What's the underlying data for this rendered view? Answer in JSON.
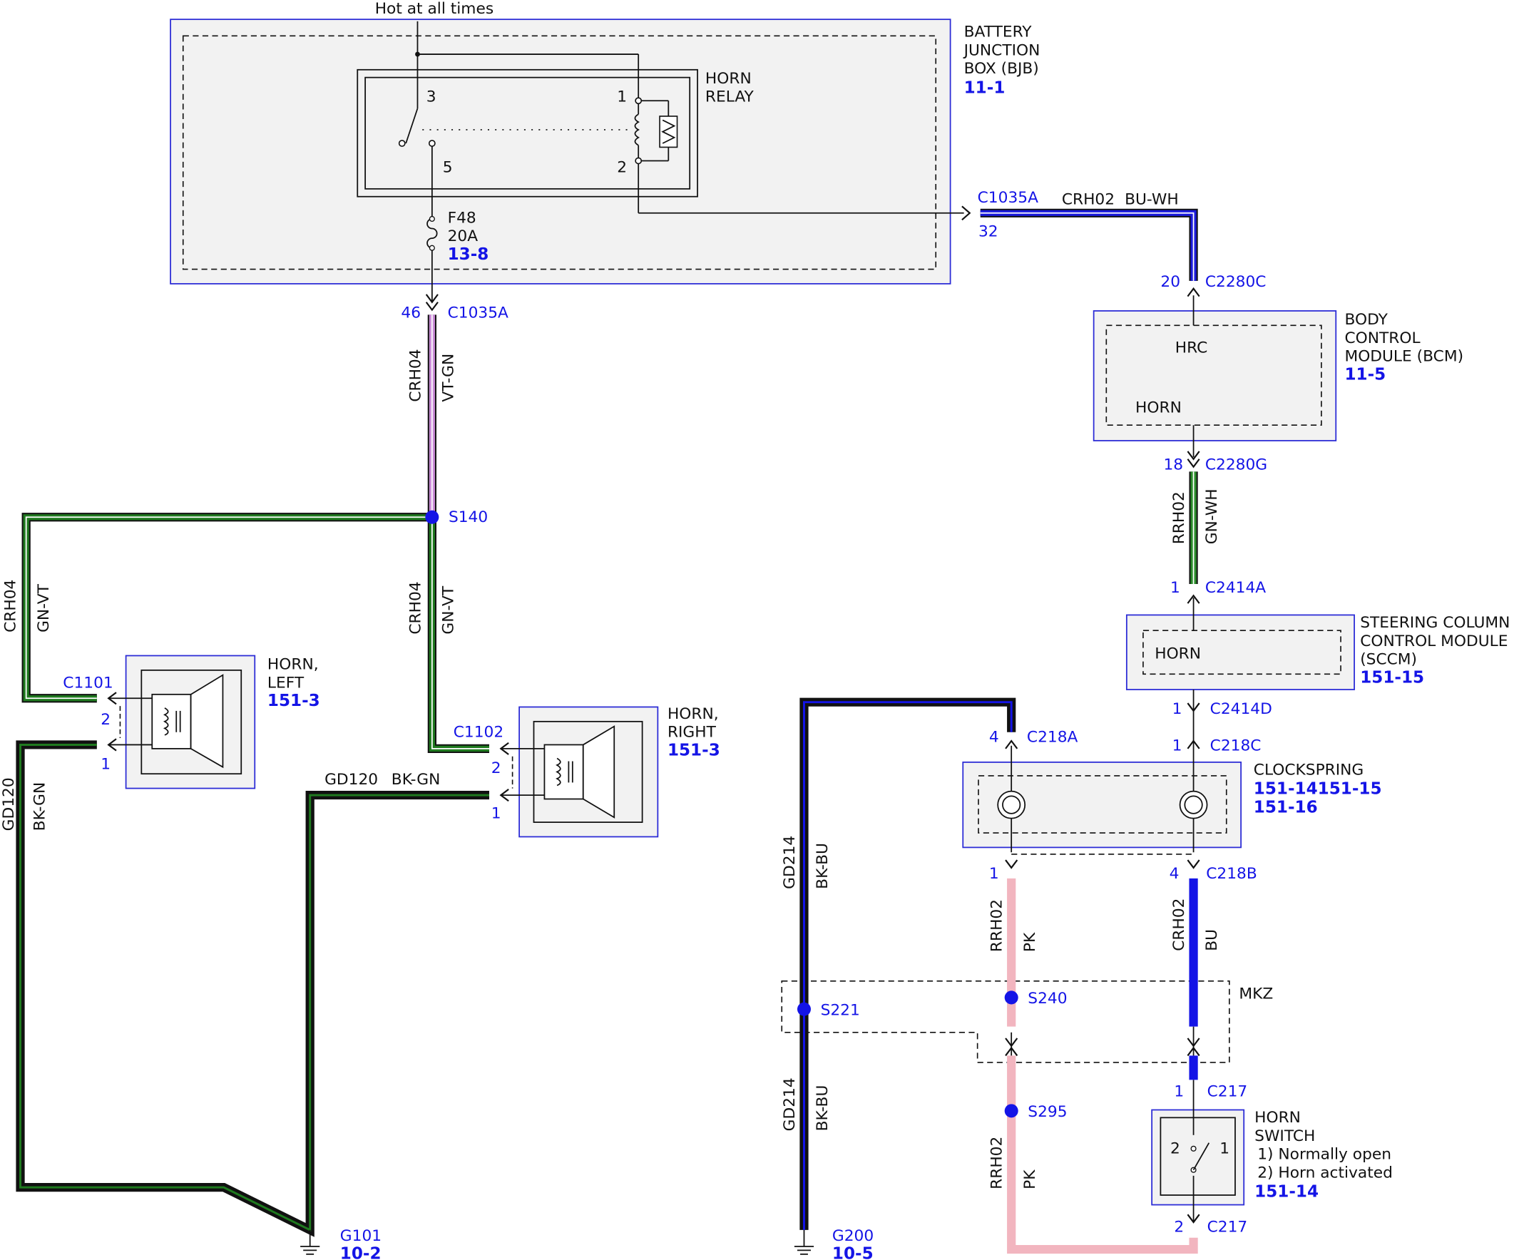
{
  "colors": {
    "connector_text": "#1414e6",
    "box_border": "#2b2bd6",
    "box_fill": "#f2f2f2",
    "splice": "#1414e6",
    "wire_bu_wh": "#1a1adb",
    "wire_vt_gn": "#c98bd6",
    "wire_gn_vt": "#1f7a1f",
    "wire_bk_gn": "#0b0b0b",
    "wire_bk_bu": "#0b0b0b",
    "wire_gn_wh": "#2a8c2a",
    "wire_pk": "#f2b5bf",
    "wire_bu": "#1414e6"
  },
  "power": {
    "label": "Hot at all times"
  },
  "bjb": {
    "name_lines": [
      "BATTERY",
      "JUNCTION",
      "BOX (BJB)"
    ],
    "ref": "11-1",
    "relay": {
      "name_lines": [
        "HORN",
        "RELAY"
      ],
      "pins": [
        "3",
        "1",
        "5",
        "2"
      ]
    },
    "fuse": {
      "name": "F48",
      "rating": "20A",
      "ref": "13-8"
    }
  },
  "connectors": {
    "c1035a_46": {
      "id": "C1035A",
      "pin": "46"
    },
    "c1035a_32": {
      "id": "C1035A",
      "pin": "32"
    },
    "c2280c": {
      "id": "C2280C",
      "pin": "20"
    },
    "c2280g": {
      "id": "C2280G",
      "pin": "18"
    },
    "c2414a": {
      "id": "C2414A",
      "pin": "1"
    },
    "c2414d": {
      "id": "C2414D",
      "pin": "1"
    },
    "c218a": {
      "id": "C218A",
      "pin": "4"
    },
    "c218c": {
      "id": "C218C",
      "pin": "1"
    },
    "c218b_left": {
      "pin": "1"
    },
    "c218b": {
      "id": "C218B",
      "pin": "4"
    },
    "c217_top": {
      "id": "C217",
      "pin": "1"
    },
    "c217_bottom": {
      "id": "C217",
      "pin": "2"
    },
    "c1101": {
      "id": "C1101",
      "pins": [
        "2",
        "1"
      ]
    },
    "c1102": {
      "id": "C1102",
      "pins": [
        "2",
        "1"
      ]
    }
  },
  "wires": {
    "crh02_top": {
      "circuit": "CRH02",
      "color": "BU-WH"
    },
    "crh04_vert": {
      "circuit": "CRH04",
      "color": "VT-GN"
    },
    "crh04_left": {
      "circuit": "CRH04",
      "color": "GN-VT"
    },
    "crh04_right": {
      "circuit": "CRH04",
      "color": "GN-VT"
    },
    "gd120_left": {
      "circuit": "GD120",
      "color": "BK-GN"
    },
    "gd120_top": {
      "circuit": "GD120",
      "color": "BK-GN"
    },
    "rrh02_bcm": {
      "circuit": "RRH02",
      "color": "GN-WH"
    },
    "gd214_upper": {
      "circuit": "GD214",
      "color": "BK-BU"
    },
    "gd214_lower": {
      "circuit": "GD214",
      "color": "BK-BU"
    },
    "rrh02_pk_upper": {
      "circuit": "RRH02",
      "color": "PK"
    },
    "rrh02_pk_lower": {
      "circuit": "RRH02",
      "color": "PK"
    },
    "crh02_bu": {
      "circuit": "CRH02",
      "color": "BU"
    }
  },
  "splices": [
    "S140",
    "S221",
    "S240",
    "S295"
  ],
  "bcm": {
    "name_lines": [
      "BODY",
      "CONTROL",
      "MODULE (BCM)"
    ],
    "ref": "11-5",
    "pins": [
      "HRC",
      "HORN"
    ]
  },
  "sccm": {
    "name_lines": [
      "STEERING COLUMN",
      "CONTROL MODULE",
      "(SCCM)"
    ],
    "ref": "151-15",
    "pin": "HORN"
  },
  "clockspring": {
    "name": "CLOCKSPRING",
    "ref_lines": [
      "151-14151-15",
      "151-16"
    ]
  },
  "horn_left": {
    "name_lines": [
      "HORN,",
      "LEFT"
    ],
    "ref": "151-3"
  },
  "horn_right": {
    "name_lines": [
      "HORN,",
      "RIGHT"
    ],
    "ref": "151-3"
  },
  "horn_switch": {
    "name_lines": [
      "HORN",
      "SWITCH"
    ],
    "states": [
      "1) Normally open",
      "2) Horn activated"
    ],
    "ref": "151-14",
    "pins": [
      "2",
      "1"
    ]
  },
  "option": {
    "label": "MKZ"
  },
  "grounds": {
    "g101": {
      "id": "G101",
      "ref": "10-2"
    },
    "g200": {
      "id": "G200",
      "ref": "10-5"
    }
  }
}
